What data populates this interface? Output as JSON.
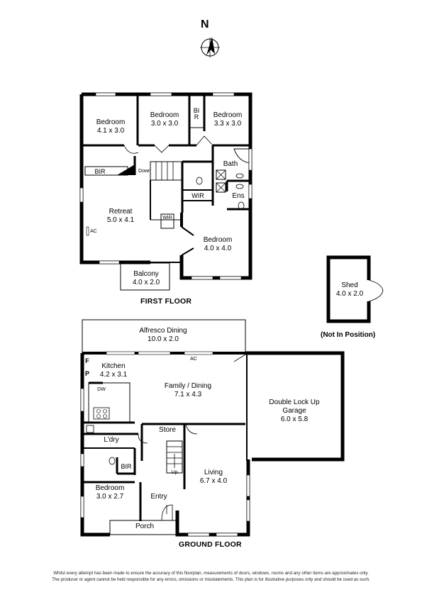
{
  "north_label": "N",
  "floors": {
    "first": "FIRST FLOOR",
    "ground": "GROUND FLOOR"
  },
  "rooms": {
    "bedroom1": {
      "name": "Bedroom",
      "dims": "4.1 x 3.0"
    },
    "bedroom2": {
      "name": "Bedroom",
      "dims": "3.0 x 3.0"
    },
    "bedroom3": {
      "name": "Bedroom",
      "dims": "3.3 x 3.0"
    },
    "bir_vertical": {
      "name": "BIR"
    },
    "bir_first": {
      "name": "BIR"
    },
    "down": {
      "name": "Down"
    },
    "bath": {
      "name": "Bath"
    },
    "wir_first": {
      "name": "WIR"
    },
    "ens": {
      "name": "Ens"
    },
    "retreat": {
      "name": "Retreat",
      "dims": "5.0 x 4.1"
    },
    "wir_small": {
      "name": "WIR"
    },
    "ac_first": {
      "name": "AC"
    },
    "bedroom_master": {
      "name": "Bedroom",
      "dims": "4.0 x 4.0"
    },
    "balcony": {
      "name": "Balcony",
      "dims": "4.0 x 2.0"
    },
    "shed": {
      "name": "Shed",
      "dims": "4.0 x 2.0"
    },
    "alfresco": {
      "name": "Alfresco Dining",
      "dims": "10.0 x 2.0"
    },
    "ac_ground": {
      "name": "AC"
    },
    "kitchen": {
      "name": "Kitchen",
      "dims": "4.2 x 3.1"
    },
    "f_label": {
      "name": "F"
    },
    "p_label": {
      "name": "P"
    },
    "dw_label": {
      "name": "DW"
    },
    "family": {
      "name": "Family / Dining",
      "dims": "7.1 x 4.3"
    },
    "garage": {
      "name": "Double Lock Up",
      "name2": "Garage",
      "dims": "6.0 x 5.8"
    },
    "store": {
      "name": "Store"
    },
    "laundry": {
      "name": "L'dry"
    },
    "up": {
      "name": "Up"
    },
    "bir_ground": {
      "name": "BIR"
    },
    "living": {
      "name": "Living",
      "dims": "6.7 x 4.0"
    },
    "bedroom_ground": {
      "name": "Bedroom",
      "dims": "3.0 x 2.7"
    },
    "entry": {
      "name": "Entry"
    },
    "porch": {
      "name": "Porch"
    }
  },
  "not_in_position": "(Not In Position)",
  "disclaimer": {
    "line1": "Whilst every attempt has been made to ensure the accuracy of this floorplan, measurements of doors, windows, rooms and any other items are approximates only.",
    "line2": "The producer or agent cannot be held responsible for any errors, omissions or misstatements. This plan is for illustrative purposes only and should be used as such."
  }
}
